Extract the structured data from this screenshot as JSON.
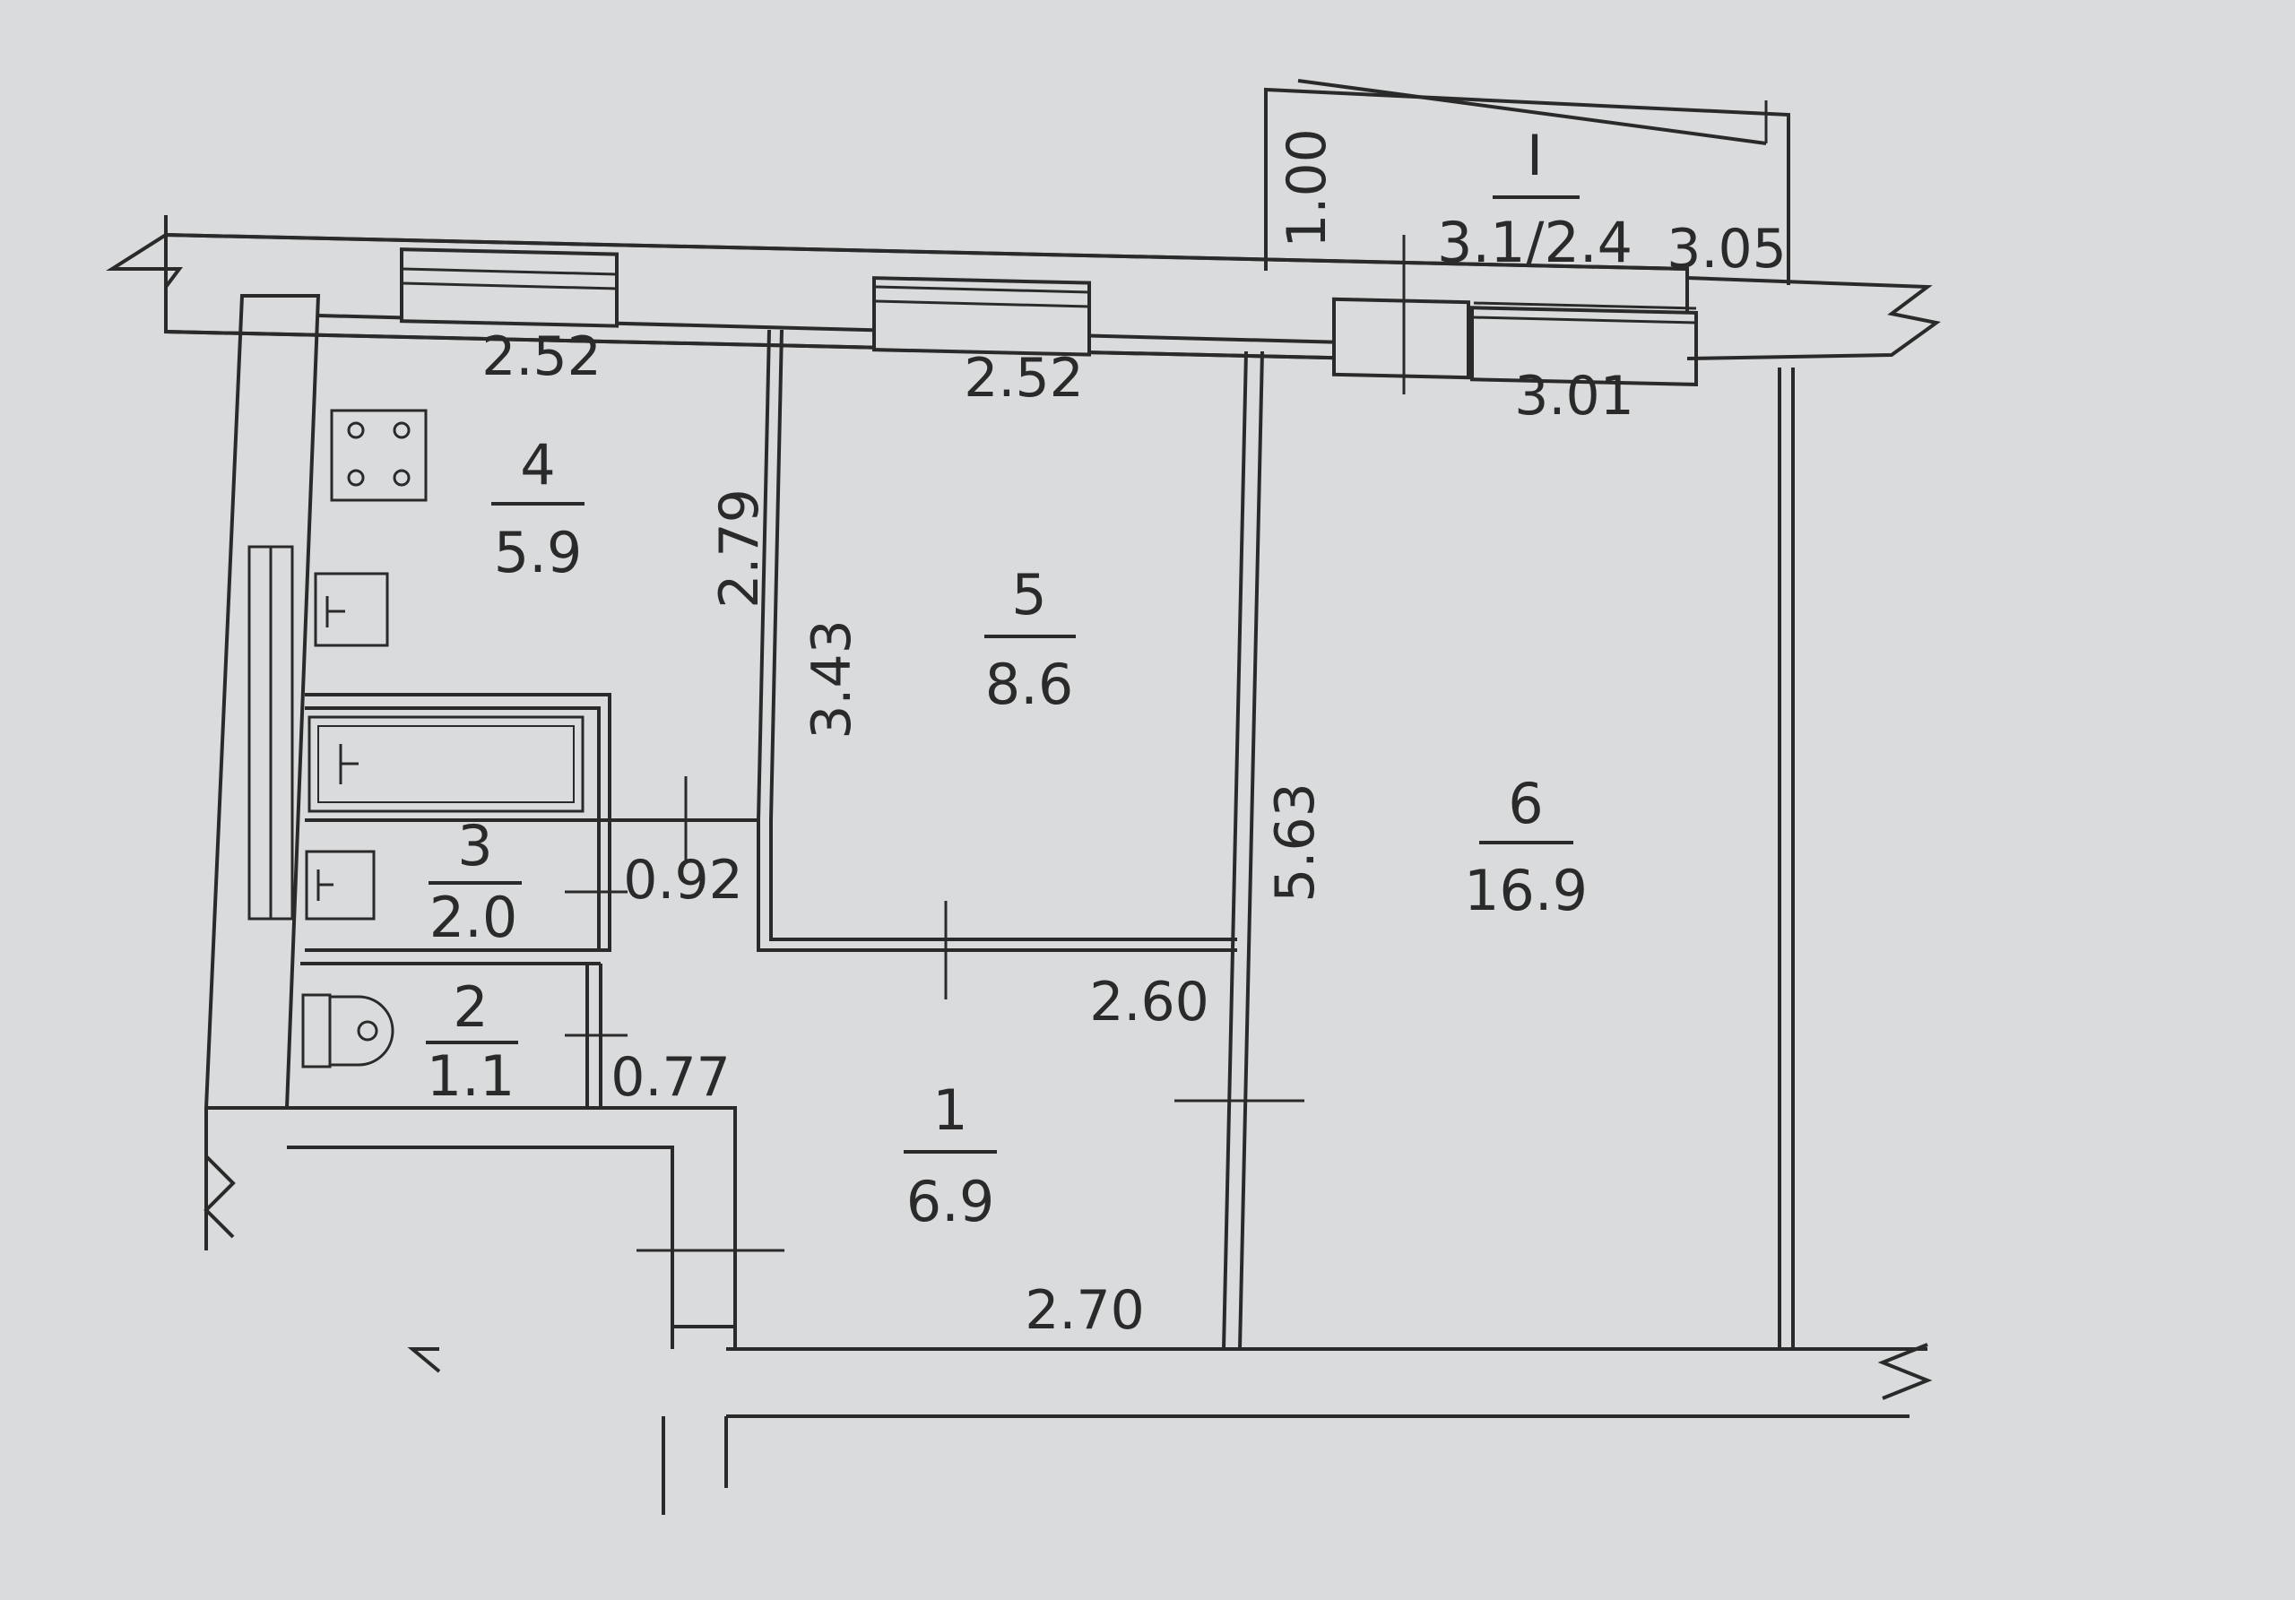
{
  "colors": {
    "paper": "#d9dbdc",
    "ink": "#2a2a2a"
  },
  "rooms": [
    {
      "id": "1",
      "number": "1",
      "area": "6.9"
    },
    {
      "id": "2",
      "number": "2",
      "area": "1.1"
    },
    {
      "id": "3",
      "number": "3",
      "area": "2.0"
    },
    {
      "id": "4",
      "number": "4",
      "area": "5.9"
    },
    {
      "id": "5",
      "number": "5",
      "area": "8.6"
    },
    {
      "id": "6",
      "number": "6",
      "area": "16.9"
    },
    {
      "id": "balcony",
      "number": "I",
      "area": "3.1/2.4"
    }
  ],
  "dimensions": {
    "kitchen_width": "2.52",
    "room5_width": "2.52",
    "room6_width": "3.01",
    "balcony_width": "3.05",
    "balcony_depth": "1.00",
    "kitchen_depth": "2.79",
    "room5_depth": "3.43",
    "room6_depth": "5.63",
    "bath_corridor_width": "0.92",
    "wc_corridor_width": "0.77",
    "hall_width_top": "2.60",
    "hall_width_bottom": "2.70"
  },
  "icons": [
    "stove-icon",
    "sink-icon",
    "bathtub-icon",
    "washbasin-icon",
    "toilet-icon",
    "radiator-icon"
  ]
}
